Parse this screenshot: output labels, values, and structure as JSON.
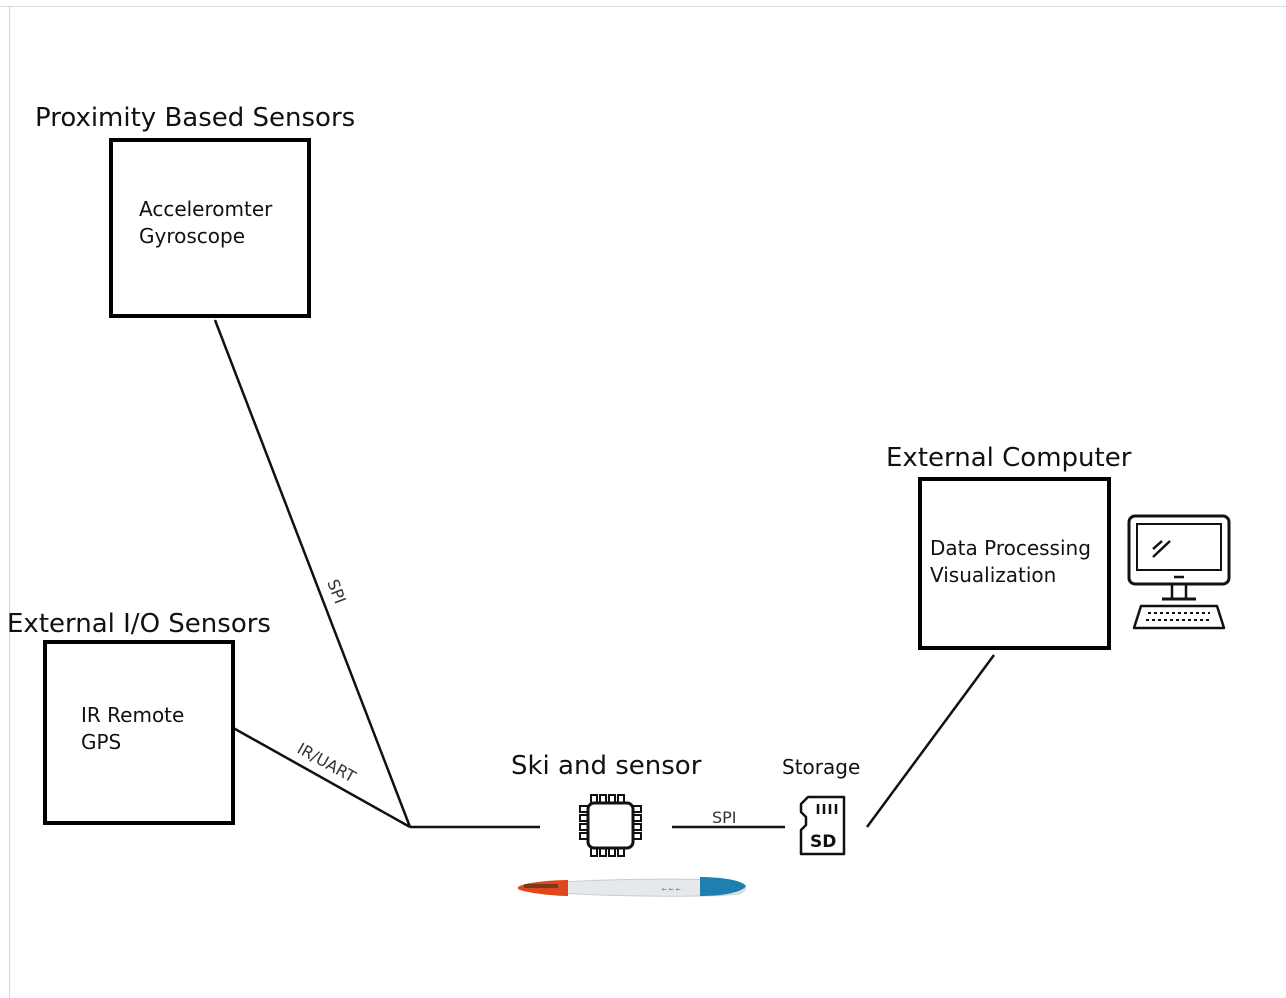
{
  "proximity": {
    "heading": "Proximity Based Sensors",
    "lines": [
      "Acceleromter",
      "Gyroscope"
    ]
  },
  "external_io": {
    "heading": "External I/O Sensors",
    "lines": [
      "IR Remote",
      "GPS"
    ]
  },
  "external_computer": {
    "heading": "External Computer",
    "lines": [
      "Data Processing",
      "Visualization"
    ]
  },
  "ski": {
    "heading": "Ski and sensor"
  },
  "storage": {
    "heading": "Storage",
    "sd_text": "SD"
  },
  "connections": {
    "proximity_link": "SPI",
    "io_link": "IR/UART",
    "storage_link": "SPI"
  }
}
